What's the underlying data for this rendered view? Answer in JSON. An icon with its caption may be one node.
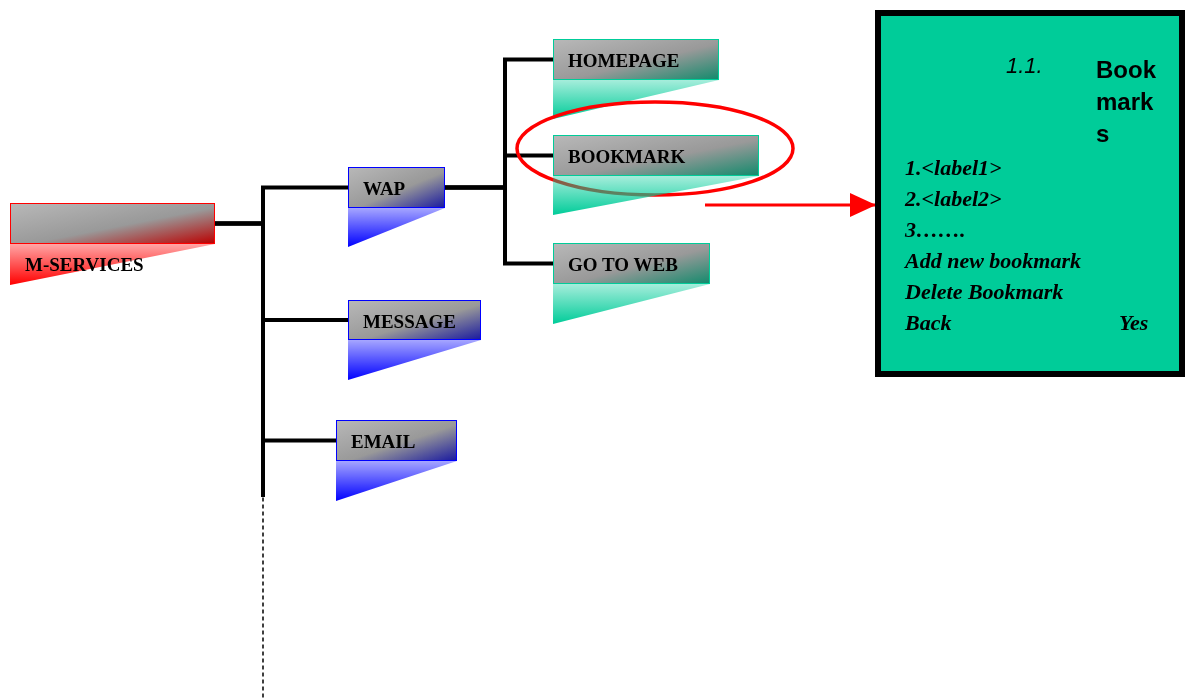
{
  "diagram": {
    "nodes": [
      {
        "text": [
          "M-SERVICES"
        ]
      },
      {
        "text": [
          "WAP"
        ]
      },
      {
        "text": [
          "MESSAGE"
        ]
      },
      {
        "text": [
          "EMAIL"
        ]
      },
      {
        "text": [
          "HOMEPAGE"
        ]
      },
      {
        "text": [],
        "shape": "ellipse"
      },
      {
        "text": [
          "BOOKMARK"
        ],
        "in": 5
      },
      {
        "text": [
          "GO TO WEB"
        ]
      },
      {
        "text": [
          "1.1.",
          "Bookmarks",
          "1.<label1>",
          "2.<label2>",
          "3…….",
          "Add new bookmark",
          "Delete Bookmark",
          "Back",
          "Yes"
        ]
      }
    ],
    "edges": [
      {
        "from": 0,
        "to": 1,
        "arrow": "none"
      },
      {
        "from": 0,
        "to": 2,
        "arrow": "none"
      },
      {
        "from": 0,
        "to": 3,
        "arrow": "none"
      },
      {
        "from": 0,
        "to": null,
        "arrow": "none",
        "style": "dashed"
      },
      {
        "from": 1,
        "to": 4,
        "arrow": "none"
      },
      {
        "from": 1,
        "to": 6,
        "arrow": "none"
      },
      {
        "from": 1,
        "to": 7,
        "arrow": "none"
      },
      {
        "from": 5,
        "to": 8,
        "arrow": "to",
        "color": "#ff0000"
      }
    ]
  }
}
